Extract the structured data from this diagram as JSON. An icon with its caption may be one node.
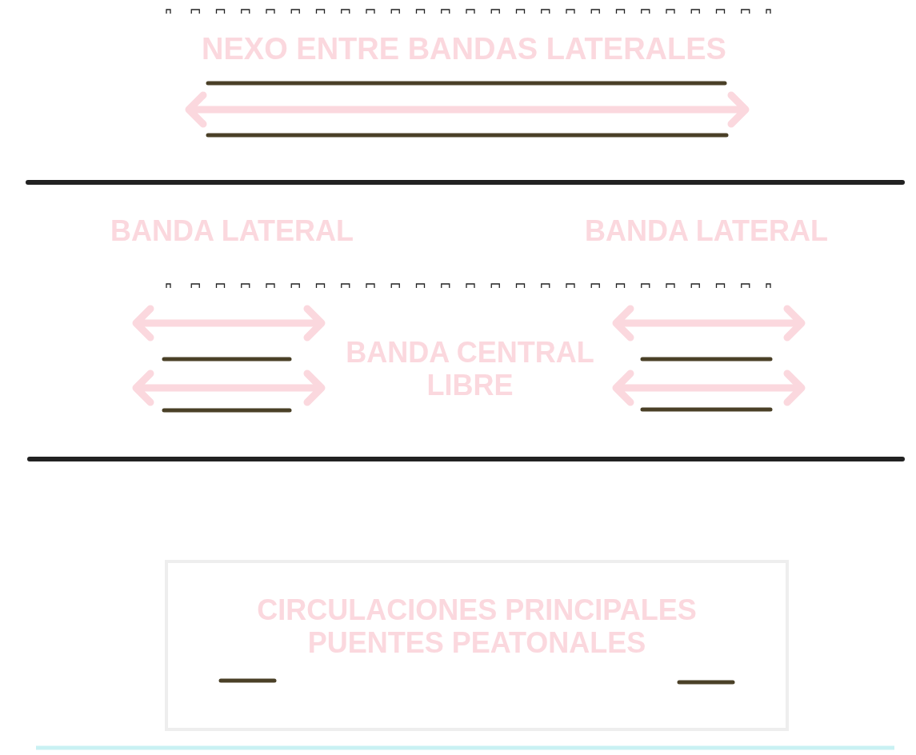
{
  "diagram": {
    "nodes": [
      {
        "text": [
          "CIRCULACIONES PRINCIPALES PUENTES PEATONALES"
        ]
      }
    ],
    "labels": [
      "NEXO ENTRE BANDAS LATERALES",
      "BANDA LATERAL",
      "BANDA LATERAL",
      "BANDA CENTRAL LIBRE"
    ]
  }
}
